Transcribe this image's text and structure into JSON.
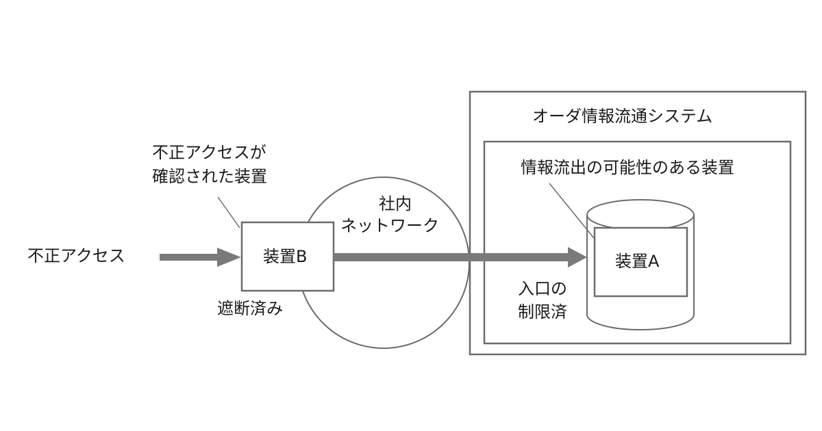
{
  "labels": {
    "unauthorized_access": "不正アクセス",
    "device_b_note_line1": "不正アクセスが",
    "device_b_note_line2": "確認された装置",
    "device_b": "装置B",
    "blocked": "遮断済み",
    "internal_network_line1": "社内",
    "internal_network_line2": "ネットワーク",
    "system_name": "オーダ情報流通システム",
    "leak_device_note": "情報流出の可能性のある装置",
    "device_a": "装置A",
    "entry_restricted_line1": "入口の",
    "entry_restricted_line2": "制限済"
  },
  "colors": {
    "stroke": "#6b6b6b",
    "arrow": "#7a7a7a"
  }
}
